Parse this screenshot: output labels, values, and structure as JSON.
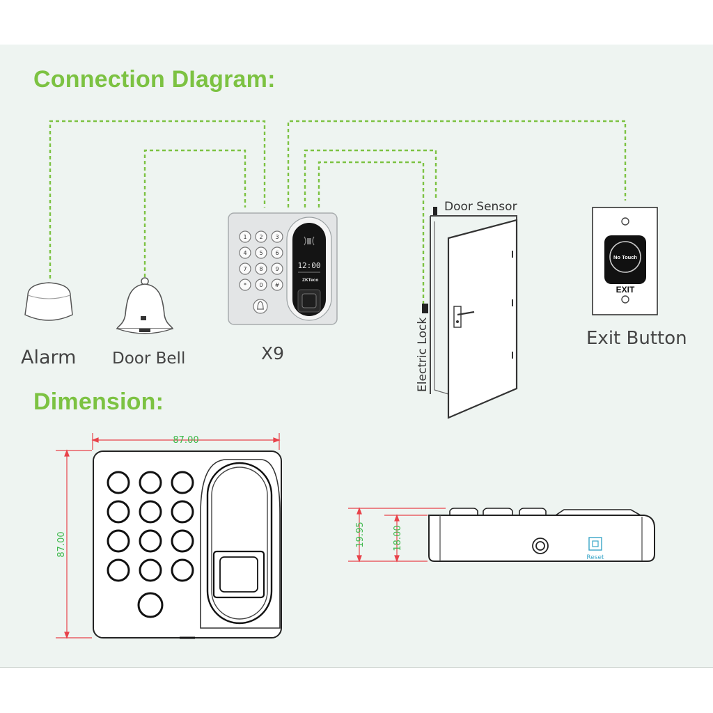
{
  "headings": {
    "connection": "Connection DIagram:",
    "dimension": "Dimension:"
  },
  "components": {
    "alarm": "Alarm",
    "door_bell": "Door Bell",
    "device": "X9",
    "door_sensor": "Door Sensor",
    "electric_lock": "Electric Lock",
    "exit_button": "Exit Button",
    "no_touch": "No Touch",
    "exit": "EXIT"
  },
  "device_screen": {
    "time": "12:00",
    "brand": "ZKTeco"
  },
  "keypad_keys": [
    "1",
    "2",
    "3",
    "4",
    "5",
    "6",
    "7",
    "8",
    "9",
    "*",
    "0",
    "#"
  ],
  "dimensions": {
    "width": "87.00",
    "height": "87.00",
    "depth_total": "19.95",
    "depth_body": "18.00",
    "reset": "Reset"
  },
  "colors": {
    "accent": "#7cc242",
    "wire": "#7cc242",
    "dimension_line": "#e8424a",
    "dimension_text": "#3cb84a",
    "panel_bg": "#eef4f1"
  },
  "icons": [
    "alarm-icon",
    "door-bell-icon",
    "keypad-device-icon",
    "door-icon",
    "exit-button-icon",
    "fingerprint-icon"
  ]
}
